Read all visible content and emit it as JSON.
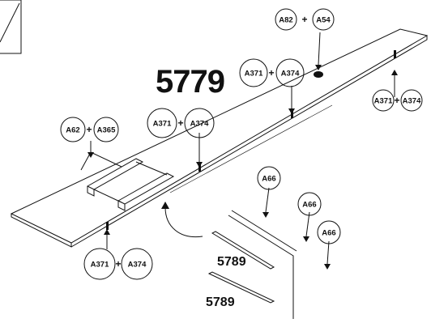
{
  "diagram": {
    "panel_code": "5779",
    "part_code_upper": "5789",
    "part_code_lower": "5789",
    "callouts": {
      "top": [
        "A82",
        "A54"
      ],
      "right": [
        "A371",
        "A374"
      ],
      "center_top": [
        "A371",
        "A374"
      ],
      "middle": [
        "A371",
        "A374"
      ],
      "left": [
        "A62",
        "A365"
      ],
      "bottom_left": [
        "A371",
        "A374"
      ],
      "rail_1": "A66",
      "rail_2": "A66",
      "rail_3": "A66"
    },
    "plus_sign": "+"
  }
}
